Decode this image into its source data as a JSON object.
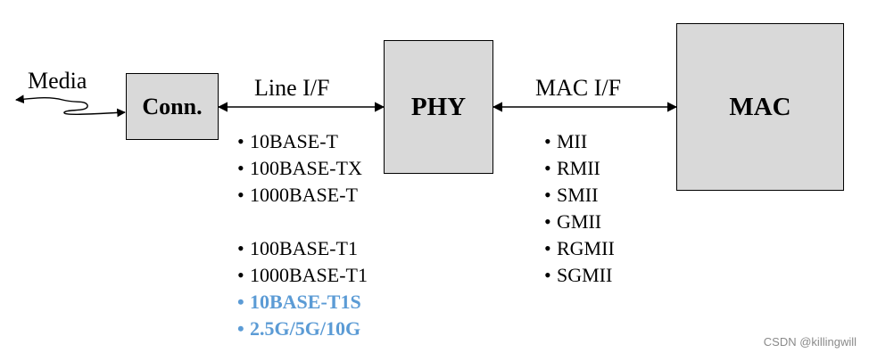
{
  "diagram": {
    "nodes": {
      "conn": "Conn.",
      "phy": "PHY",
      "mac": "MAC"
    },
    "labels": {
      "media": "Media",
      "line_if": "Line I/F",
      "mac_if": "MAC I/F"
    },
    "line_if_standards": {
      "group1": [
        "10BASE-T",
        "100BASE-TX",
        "1000BASE-T"
      ],
      "group2": [
        "100BASE-T1",
        "1000BASE-T1"
      ],
      "highlighted": [
        "10BASE-T1S",
        "2.5G/5G/10G"
      ]
    },
    "mac_if_standards": [
      "MII",
      "RMII",
      "SMII",
      "GMII",
      "RGMII",
      "SGMII"
    ],
    "bullet": "•",
    "colors": {
      "box_fill": "#d9d9d9",
      "highlight": "#5b9bd5"
    }
  },
  "watermark": "CSDN @killingwill"
}
